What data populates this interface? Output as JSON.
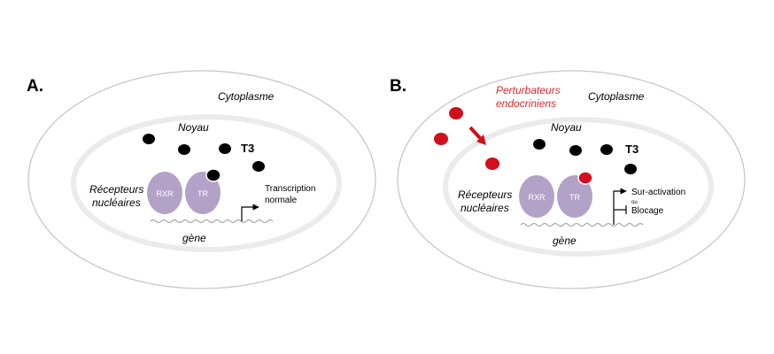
{
  "panel_a": {
    "label": "A.",
    "cytoplasm": "Cytoplasme",
    "nucleus": "Noyau",
    "hormone": "T3",
    "receptors_line1": "Récepteurs",
    "receptors_line2": "nucléaires",
    "rxr": "RXR",
    "tr": "TR",
    "transcription_line1": "Transcription",
    "transcription_line2": "normale",
    "gene": "gène"
  },
  "panel_b": {
    "label": "B.",
    "disruptors_line1": "Perturbateurs",
    "disruptors_line2": "endocriniens",
    "cytoplasm": "Cytoplasme",
    "nucleus": "Noyau",
    "hormone": "T3",
    "receptors_line1": "Récepteurs",
    "receptors_line2": "nucléaires",
    "rxr": "RXR",
    "tr": "TR",
    "overactivation": "Sur-activation",
    "or": "ou",
    "blocking": "Blocage",
    "gene": "gène"
  },
  "colors": {
    "receptor": "#b3a2c7",
    "disruptor": "#d0101b",
    "disruptor_text": "#e0262b",
    "hormone": "#000000",
    "cell_outline": "#c8c8c8",
    "nucleus_outline": "#ebebeb"
  }
}
